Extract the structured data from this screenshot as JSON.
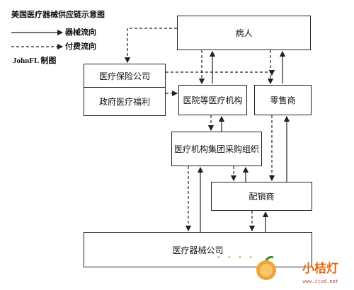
{
  "legend": {
    "title": "美国医疗器械供应链示意图",
    "goods_label": "器械流向",
    "payment_label": "付费流向",
    "credit": "JohnFL 制图"
  },
  "nodes": {
    "patient": "病人",
    "insurer": "医疗保险公司",
    "welfare": "政府医疗福利",
    "hospital": "医院等医疗机构",
    "retailer": "零售商",
    "gpo": "医疗机构集团采购组织",
    "distributor": "配销商",
    "manufacturer": "医疗器械公司"
  },
  "watermark": {
    "brand": "小桔灯",
    "url": "www.ijvd.net"
  },
  "colors": {
    "line": "#222222",
    "watermark": "#e66a12"
  }
}
